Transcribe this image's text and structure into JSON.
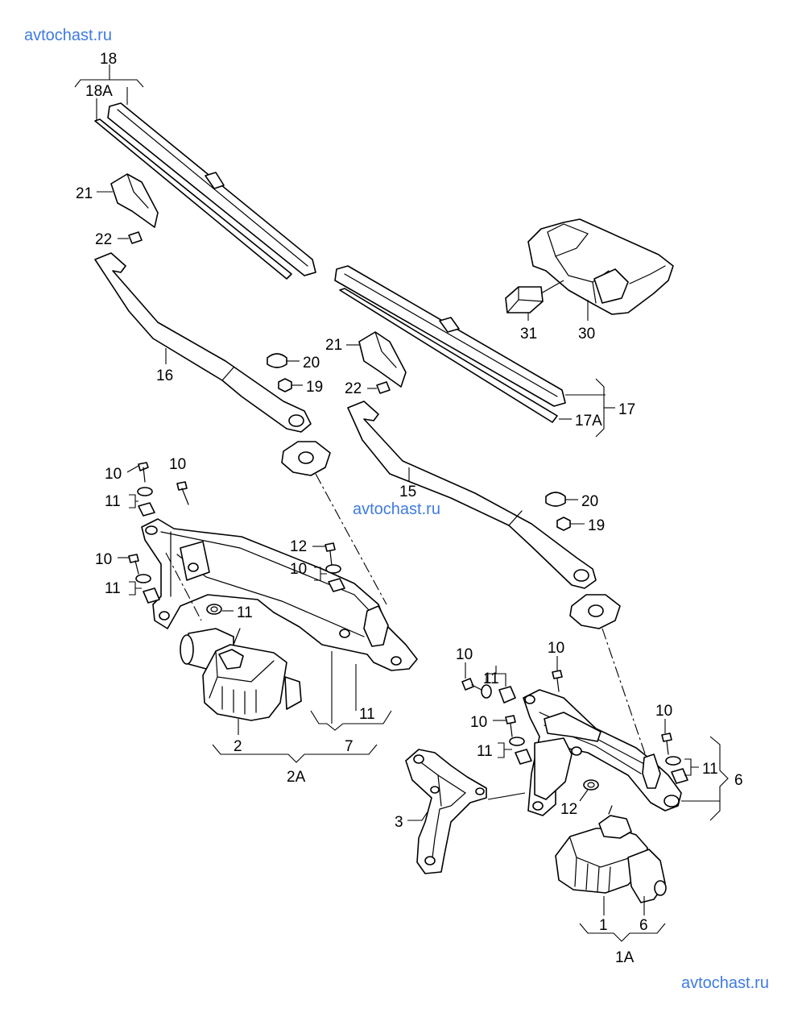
{
  "watermarks": [
    "avtochast.ru",
    "avtochast.ru",
    "avtochast.ru"
  ],
  "callouts": [
    "18",
    "18A",
    "21",
    "22",
    "16",
    "20",
    "19",
    "21",
    "22",
    "31",
    "30",
    "17",
    "17A",
    "15",
    "20",
    "19",
    "10",
    "10",
    "11",
    "10",
    "11",
    "12",
    "10",
    "11",
    "2",
    "11",
    "7",
    "2A",
    "10",
    "11",
    "10",
    "10",
    "11",
    "3",
    "12",
    "10",
    "11",
    "6",
    "1",
    "6",
    "1A"
  ],
  "colors": {
    "line": "#000000",
    "watermark": "#3f7be0",
    "background": "#ffffff"
  }
}
